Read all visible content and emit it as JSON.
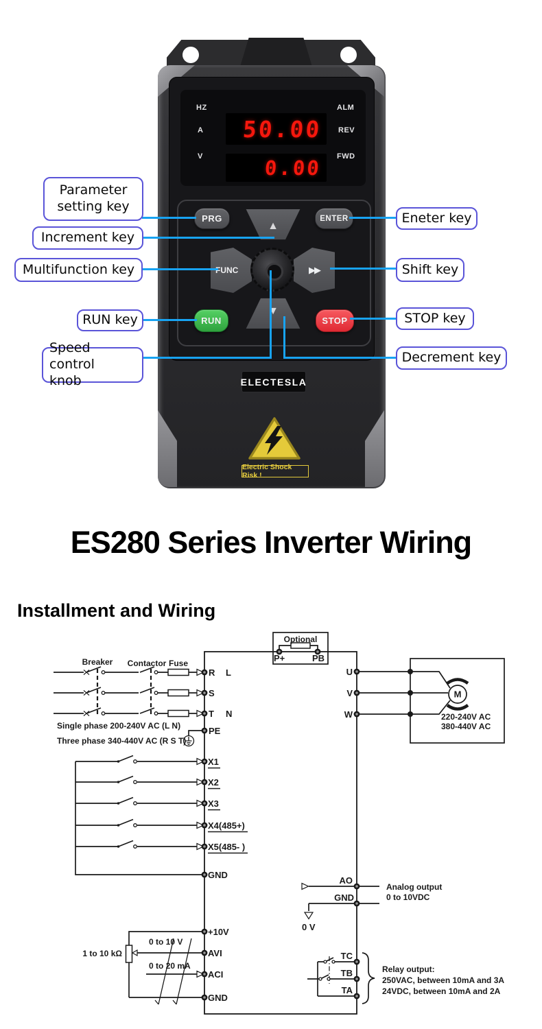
{
  "title": "ES280 Series Inverter Wiring",
  "section_heading": "Installment and Wiring",
  "colors": {
    "callout_line": "#18a3f2",
    "callout_border": "#5a54d8",
    "run_green": "#38b44a",
    "stop_red": "#ef3b43",
    "display_red": "#f5170d",
    "warning_yellow": "#e3c93c"
  },
  "device": {
    "brand": "ELECTESLA",
    "warning_text": "Electric Shock Risk !",
    "display": {
      "top_value": "50.00",
      "bottom_value": "0.00",
      "left_indicators": [
        "HZ",
        "A",
        "V"
      ],
      "right_indicators": [
        "ALM",
        "REV",
        "FWD"
      ]
    },
    "keys": {
      "prg": "PRG",
      "enter": "ENTER",
      "func": "FUNC",
      "run": "RUN",
      "stop": "STOP",
      "up_icon": "▲",
      "down_icon": "▼",
      "shift_icon": "▶▶"
    }
  },
  "callouts": {
    "left": [
      {
        "line1": "Parameter",
        "line2": "setting key"
      },
      {
        "line1": "Increment key"
      },
      {
        "line1": "Multifunction key"
      },
      {
        "line1": "RUN key"
      },
      {
        "line1": "Speed control",
        "line2": "knob"
      }
    ],
    "right": [
      {
        "line1": "Eneter key"
      },
      {
        "line1": "Shift key"
      },
      {
        "line1": "STOP key"
      },
      {
        "line1": "Decrement key"
      }
    ]
  },
  "wiring": {
    "optional": {
      "title": "Optional",
      "p_plus": "P+",
      "pb": "PB"
    },
    "input": {
      "breaker": "Breaker",
      "contactor": "Contactor",
      "fuse": "Fuse",
      "terminals": {
        "r": "R",
        "l": "L",
        "s": "S",
        "t": "T",
        "n": "N",
        "pe": "PE"
      },
      "single_phase": "Single phase 200-240V AC (L N)",
      "three_phase": "Three phase 340-440V AC (R S T)"
    },
    "digital_inputs": {
      "x1": "X1",
      "x2": "X2",
      "x3": "X3",
      "x4": "X4(485+)",
      "x5": "X5(485- )",
      "gnd": "GND"
    },
    "analog_inputs": {
      "plus10v": "+10V",
      "avi": "AVI",
      "aci": "ACI",
      "gnd": "GND",
      "pot": "1 to 10 kΩ",
      "range_v": "0 to 10 V",
      "range_ma": "0 to 20 mA"
    },
    "output": {
      "u": "U",
      "v": "V",
      "w": "W",
      "motor": "M",
      "volt1": "220-240V AC",
      "volt2": "380-440V AC"
    },
    "analog_output": {
      "ao": "AO",
      "gnd": "GND",
      "line1": "Analog output",
      "line2": "0 to 10VDC",
      "zero_v": "0 V"
    },
    "relay": {
      "tc": "TC",
      "tb": "TB",
      "ta": "TA",
      "line1": "Relay output:",
      "line2": "250VAC, between 10mA and 3A",
      "line3": "24VDC, between 10mA and 2A"
    }
  }
}
